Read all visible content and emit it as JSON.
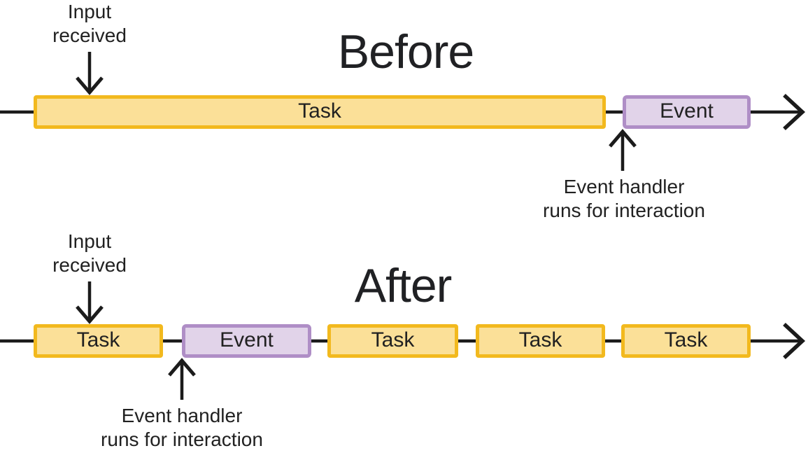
{
  "diagram": {
    "before": {
      "title": "Before",
      "input_label": "Input\nreceived",
      "handler_label": "Event handler\nruns for interaction",
      "boxes": [
        {
          "type": "task",
          "label": "Task"
        },
        {
          "type": "event",
          "label": "Event"
        }
      ]
    },
    "after": {
      "title": "After",
      "input_label": "Input\nreceived",
      "handler_label": "Event handler\nruns for interaction",
      "boxes": [
        {
          "type": "task",
          "label": "Task"
        },
        {
          "type": "event",
          "label": "Event"
        },
        {
          "type": "task",
          "label": "Task"
        },
        {
          "type": "task",
          "label": "Task"
        },
        {
          "type": "task",
          "label": "Task"
        }
      ]
    },
    "colors": {
      "task_fill": "#FBE098",
      "task_border": "#F2B91E",
      "event_fill": "#E1D3E9",
      "event_border": "#AF8EC6",
      "line": "#1B1B1B",
      "text": "#212121"
    }
  }
}
